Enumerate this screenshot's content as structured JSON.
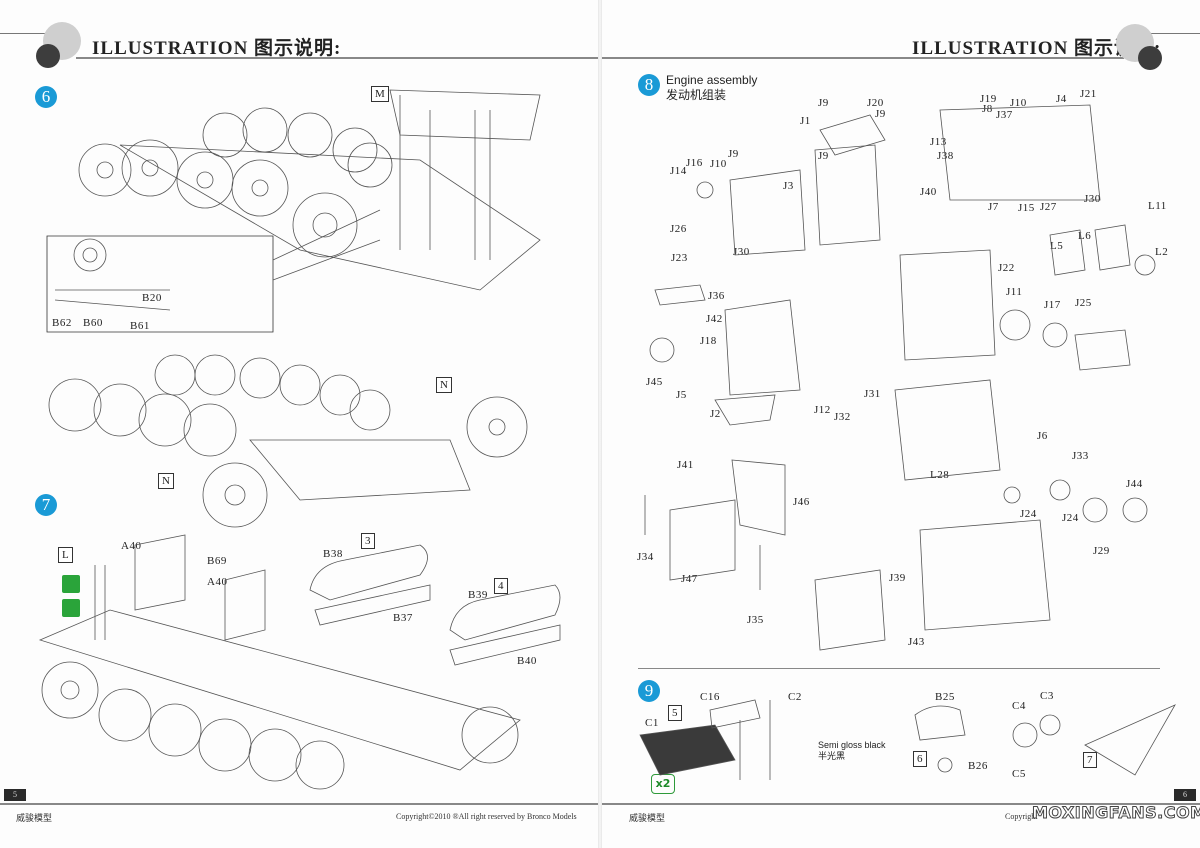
{
  "header": {
    "title": "ILLUSTRATION 图示说明:",
    "title_left": "ILLUSTRATION 图示说明:",
    "title_right": "ILLUSTRATION 图示说明:"
  },
  "left_page": {
    "page_number": "5",
    "steps": [
      {
        "number": "6",
        "callouts": [
          "M",
          "N",
          "N"
        ],
        "parts": [
          "B20",
          "B62",
          "B60",
          "B61"
        ]
      },
      {
        "number": "7",
        "callouts": [
          "L",
          "3",
          "4"
        ],
        "parts": [
          "A40",
          "A40",
          "B69",
          "B38",
          "B37",
          "B39",
          "B40"
        ]
      }
    ],
    "footer_left": "威骏模型",
    "footer_right": "Copyright©2010  ®All right reserved by Bronco Models"
  },
  "right_page": {
    "page_number": "6",
    "steps": [
      {
        "number": "8",
        "title_en": "Engine assembly",
        "title_zh": "发动机组装",
        "parts": [
          "J9",
          "J20",
          "J9",
          "J1",
          "J9",
          "J16",
          "J10",
          "J9",
          "J14",
          "J3",
          "J26",
          "J30",
          "J19",
          "J10",
          "J4",
          "J21",
          "J8",
          "J37",
          "J13",
          "J38",
          "J40",
          "J7",
          "J15",
          "J27",
          "J30",
          "L11",
          "L5",
          "L6",
          "L2",
          "J22",
          "J11",
          "J17",
          "J25",
          "J23",
          "J36",
          "J42",
          "J18",
          "J45",
          "J5",
          "J31",
          "J2",
          "J12",
          "J32",
          "L28",
          "J6",
          "J33",
          "J44",
          "J24",
          "J24",
          "J29",
          "J41",
          "J46",
          "J34",
          "J47",
          "J35",
          "J39",
          "J43"
        ]
      },
      {
        "number": "9",
        "callouts": [
          "5",
          "6",
          "7"
        ],
        "parts": [
          "C16",
          "C2",
          "C1",
          "B25",
          "B26",
          "C4",
          "C3",
          "C5"
        ],
        "paint_note_en": "Semi gloss black",
        "paint_note_zh": "半光黑",
        "multiplier": "x2"
      }
    ],
    "footer_left": "威骏模型",
    "footer_right": "Copyright",
    "watermark": "MOXINGFANS.COM"
  },
  "colors": {
    "step_badge": "#1a9ad6",
    "green_icon": "#2aa43a",
    "header_circle_light": "#cfcfcf",
    "header_circle_dark": "#3d3d3d"
  }
}
